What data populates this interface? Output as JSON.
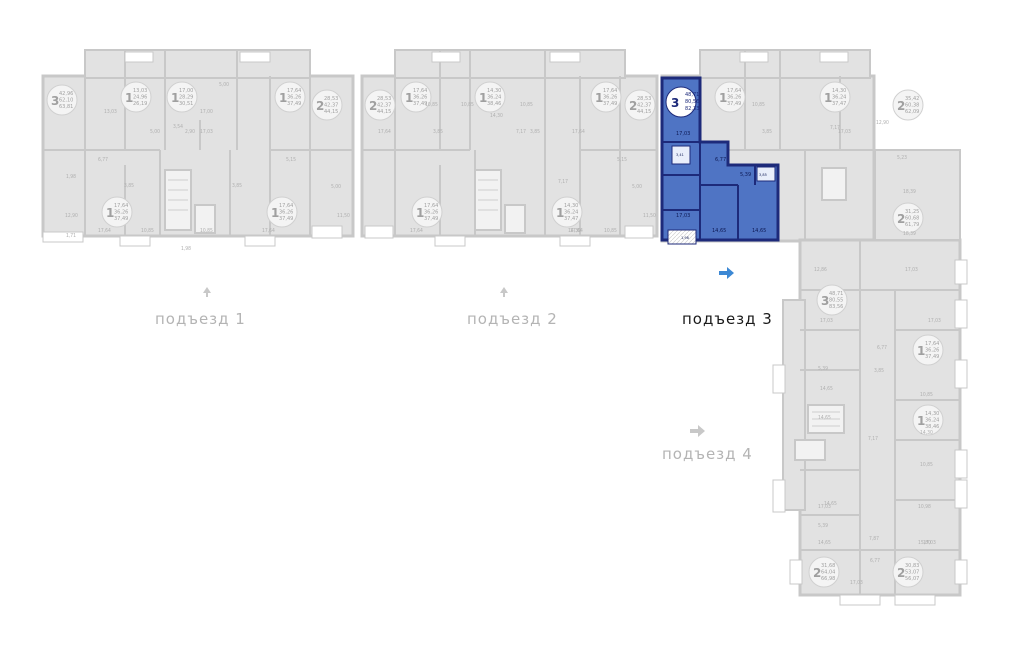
{
  "colors": {
    "wall": "#c8c8c8",
    "floor": "#e2e2e2",
    "text": "#a6a6a6",
    "highlight": "#4f74c4",
    "highlight_dark": "#1d2a7a",
    "arrow_active": "#3c88d4",
    "arrow_inactive": "#c8c8c8"
  },
  "entrances": [
    {
      "label": "подъезд 1",
      "active": false
    },
    {
      "label": "подъезд 2",
      "active": false
    },
    {
      "label": "подъезд 3",
      "active": true
    },
    {
      "label": "подъезд 4",
      "active": false
    }
  ],
  "selected_apartment": {
    "rooms": "3",
    "areas": [
      "48,71",
      "80,56",
      "82,33"
    ],
    "room_areas": [
      "17,03",
      "6,77",
      "5,39",
      "14,65",
      "14,65",
      "17,03"
    ],
    "small_labels": [
      "3,41",
      "3,85",
      "1,98"
    ]
  },
  "apartments": [
    {
      "rooms": "3",
      "areas": [
        "42,96",
        "62,10",
        "63,81"
      ]
    },
    {
      "rooms": "1",
      "areas": [
        "13,03",
        "24,96",
        "26,19"
      ]
    },
    {
      "rooms": "1",
      "areas": [
        "17,00",
        "28,29",
        "30,51"
      ]
    },
    {
      "rooms": "1",
      "areas": [
        "17,64",
        "36,26",
        "37,49"
      ]
    },
    {
      "rooms": "2",
      "areas": [
        "28,53",
        "42,37",
        "44,15"
      ]
    },
    {
      "rooms": "2",
      "areas": [
        "28,53",
        "42,37",
        "44,15"
      ]
    },
    {
      "rooms": "1",
      "areas": [
        "17,64",
        "36,26",
        "37,49"
      ]
    },
    {
      "rooms": "1",
      "areas": [
        "14,30",
        "36,24",
        "38,46"
      ]
    },
    {
      "rooms": "1",
      "areas": [
        "17,64",
        "36,26",
        "37,49"
      ]
    },
    {
      "rooms": "2",
      "areas": [
        "28,53",
        "42,37",
        "44,15"
      ]
    },
    {
      "rooms": "1",
      "areas": [
        "17,64",
        "36,26",
        "37,49"
      ]
    },
    {
      "rooms": "1",
      "areas": [
        "14,30",
        "36,24",
        "37,47"
      ]
    },
    {
      "rooms": "2",
      "areas": [
        "35,42",
        "60,38",
        "62,09"
      ]
    },
    {
      "rooms": "1",
      "areas": [
        "17,64",
        "36,26",
        "37,49"
      ]
    },
    {
      "rooms": "1",
      "areas": [
        "17,64",
        "36,26",
        "37,49"
      ]
    },
    {
      "rooms": "1",
      "areas": [
        "17,64",
        "36,26",
        "37,49"
      ]
    },
    {
      "rooms": "1",
      "areas": [
        "14,30",
        "36,24",
        "37,47"
      ]
    },
    {
      "rooms": "2",
      "areas": [
        "31,25",
        "60,68",
        "61,79"
      ]
    },
    {
      "rooms": "3",
      "areas": [
        "48,71",
        "80,55",
        "83,56"
      ]
    },
    {
      "rooms": "1",
      "areas": [
        "17,64",
        "36,26",
        "37,49"
      ]
    },
    {
      "rooms": "1",
      "areas": [
        "14,30",
        "36,24",
        "38,46"
      ]
    },
    {
      "rooms": "2",
      "areas": [
        "31,68",
        "64,04",
        "66,98"
      ]
    },
    {
      "rooms": "2",
      "areas": [
        "30,83",
        "53,07",
        "56,07"
      ]
    }
  ],
  "room_labels": [
    "13,03",
    "17,00",
    "5,00",
    "17,03",
    "6,77",
    "3,85",
    "3,85",
    "17,64",
    "17,64",
    "10,85",
    "10,85",
    "5,15",
    "5,00",
    "11,50",
    "12,90",
    "1,98",
    "17,64",
    "17,64",
    "3,85",
    "3,85",
    "10,85",
    "10,85",
    "14,30",
    "10,85",
    "7,17",
    "17,64",
    "17,64",
    "5,15",
    "5,00",
    "11,50",
    "14,30",
    "10,85",
    "7,17",
    "10,85",
    "7,17",
    "3,85",
    "17,03",
    "12,90",
    "5,23",
    "18,39",
    "18,39",
    "12,86",
    "17,03",
    "17,03",
    "17,03",
    "6,77",
    "14,65",
    "5,39",
    "14,65",
    "3,85",
    "10,85",
    "7,17",
    "14,30",
    "10,85",
    "17,03",
    "14,65",
    "5,39",
    "14,65",
    "7,87",
    "10,98",
    "15,80",
    "6,77",
    "17,03",
    "17,03",
    "2,90",
    "3,54",
    "5,00",
    "1,71",
    "1,98"
  ]
}
